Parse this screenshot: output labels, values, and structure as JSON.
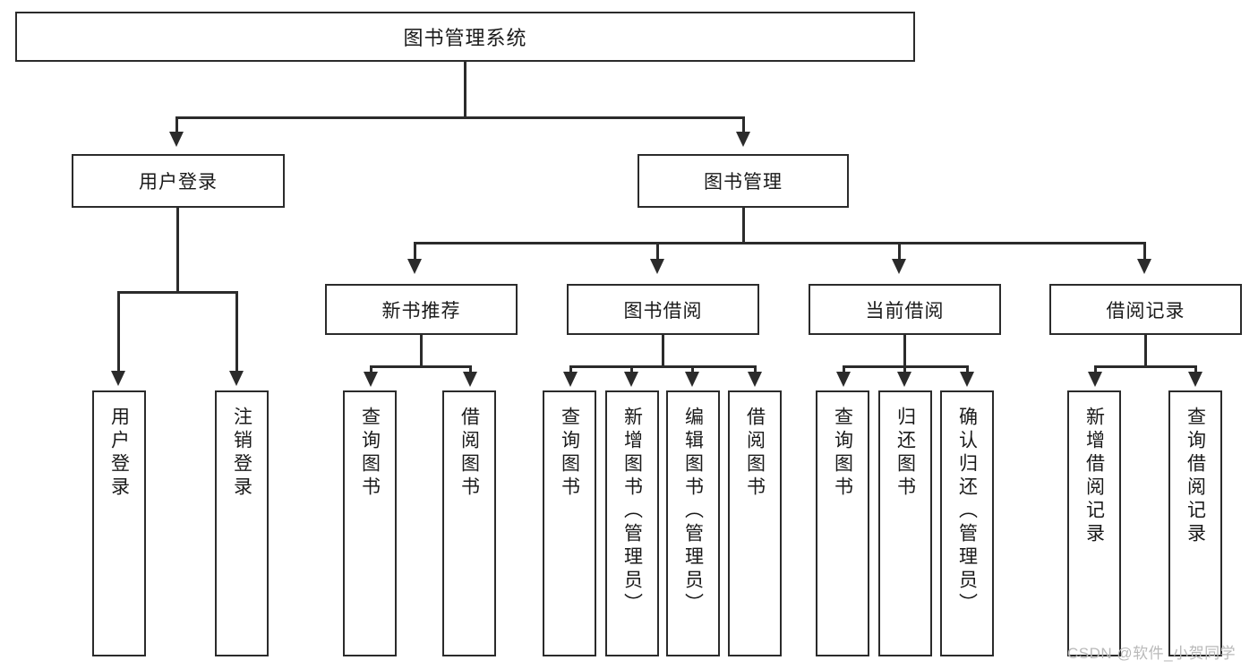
{
  "diagram": {
    "type": "tree",
    "title": "图书管理系统",
    "root": {
      "label": "图书管理系统"
    },
    "level1": [
      {
        "label": "用户登录"
      },
      {
        "label": "图书管理"
      }
    ],
    "level2": [
      {
        "label": "新书推荐"
      },
      {
        "label": "图书借阅"
      },
      {
        "label": "当前借阅"
      },
      {
        "label": "借阅记录"
      }
    ],
    "leaves": {
      "user_login": [
        {
          "label": "用户登录"
        },
        {
          "label": "注销登录"
        }
      ],
      "new_book": [
        {
          "label": "查询图书"
        },
        {
          "label": "借阅图书"
        }
      ],
      "book_borrow": [
        {
          "label": "查询图书"
        },
        {
          "label": "新增图书（管理员）"
        },
        {
          "label": "编辑图书（管理员）"
        },
        {
          "label": "借阅图书"
        }
      ],
      "current_borrow": [
        {
          "label": "查询图书"
        },
        {
          "label": "归还图书"
        },
        {
          "label": "确认归还（管理员）"
        }
      ],
      "borrow_record": [
        {
          "label": "新增借阅记录"
        },
        {
          "label": "查询借阅记录"
        }
      ]
    }
  },
  "watermark": {
    "text": "CSDN @软件_小贺同学"
  },
  "colors": {
    "stroke": "#2b2b2b",
    "fill": "#ffffff",
    "text": "#1a1a1a",
    "watermark": "#b9b9b9"
  }
}
